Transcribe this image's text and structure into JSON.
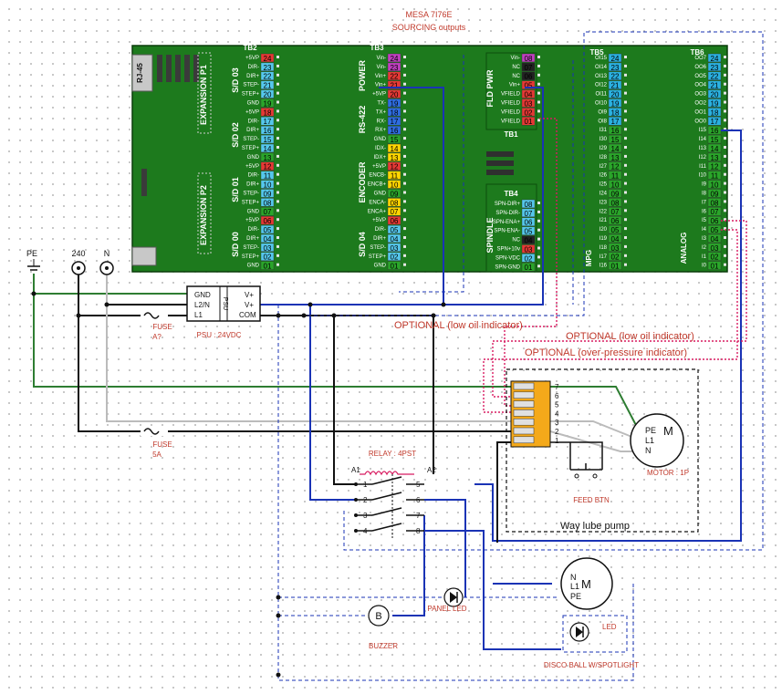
{
  "board": {
    "title": "MESA 7I76E",
    "subtitle": "SOURCING outputs",
    "rj45": "RJ-45",
    "expansion_p1": "EXPANSION P1",
    "expansion_p2": "EXPANSION P2",
    "mpg": "MPG",
    "analog": "ANALOG",
    "tb1": "TB1",
    "tb4": "TB4"
  },
  "tb2": {
    "label": "TB2",
    "groups": [
      "S/D 03",
      "S/D 02",
      "S/D 01",
      "S/D 00"
    ],
    "pins": [
      {
        "name": "+5VP",
        "num": "24"
      },
      {
        "name": "DIR-",
        "num": "23"
      },
      {
        "name": "DIR+",
        "num": "22"
      },
      {
        "name": "STEP-",
        "num": "21"
      },
      {
        "name": "STEP+",
        "num": "20"
      },
      {
        "name": "GND",
        "num": "19"
      },
      {
        "name": "+5VP",
        "num": "18"
      },
      {
        "name": "DIR-",
        "num": "17"
      },
      {
        "name": "DIR+",
        "num": "16"
      },
      {
        "name": "STEP-",
        "num": "15"
      },
      {
        "name": "STEP+",
        "num": "14"
      },
      {
        "name": "GND",
        "num": "13"
      },
      {
        "name": "+5VP",
        "num": "12"
      },
      {
        "name": "DIR-",
        "num": "11"
      },
      {
        "name": "DIR+",
        "num": "10"
      },
      {
        "name": "STEP-",
        "num": "09"
      },
      {
        "name": "STEP+",
        "num": "08"
      },
      {
        "name": "GND",
        "num": "07"
      },
      {
        "name": "+5VP",
        "num": "06"
      },
      {
        "name": "DIR-",
        "num": "05"
      },
      {
        "name": "DIR+",
        "num": "04"
      },
      {
        "name": "STEP-",
        "num": "03"
      },
      {
        "name": "STEP+",
        "num": "02"
      },
      {
        "name": "GND",
        "num": "01"
      }
    ]
  },
  "tb3": {
    "label": "TB3",
    "groups": [
      "POWER",
      "RS-422",
      "ENCODER",
      "S/D 04"
    ],
    "pins": [
      {
        "name": "Vin-",
        "num": "24"
      },
      {
        "name": "Vin-",
        "num": "23"
      },
      {
        "name": "Vin+",
        "num": "22"
      },
      {
        "name": "Vin+",
        "num": "21"
      },
      {
        "name": "+5VP",
        "num": "20"
      },
      {
        "name": "TX-",
        "num": "19"
      },
      {
        "name": "TX+",
        "num": "18"
      },
      {
        "name": "RX-",
        "num": "17"
      },
      {
        "name": "RX+",
        "num": "16"
      },
      {
        "name": "GND",
        "num": "15"
      },
      {
        "name": "IDX-",
        "num": "14"
      },
      {
        "name": "IDX+",
        "num": "13"
      },
      {
        "name": "+5VP",
        "num": "12"
      },
      {
        "name": "ENCB-",
        "num": "11"
      },
      {
        "name": "ENCB+",
        "num": "10"
      },
      {
        "name": "GND",
        "num": "09"
      },
      {
        "name": "ENCA-",
        "num": "08"
      },
      {
        "name": "ENCA+",
        "num": "07"
      },
      {
        "name": "+5VP",
        "num": "06"
      },
      {
        "name": "DIR-",
        "num": "05"
      },
      {
        "name": "DIR+",
        "num": "04"
      },
      {
        "name": "STEP-",
        "num": "03"
      },
      {
        "name": "STEP+",
        "num": "02"
      },
      {
        "name": "GND",
        "num": "01"
      }
    ]
  },
  "tb1": {
    "group": "FLD PWR",
    "pins": [
      {
        "name": "Vin-",
        "num": "08"
      },
      {
        "name": "NC",
        "num": "07"
      },
      {
        "name": "NC",
        "num": "06"
      },
      {
        "name": "Vin+",
        "num": "05"
      },
      {
        "name": "VFIELD",
        "num": "04"
      },
      {
        "name": "VFIELD",
        "num": "03"
      },
      {
        "name": "VFIELD",
        "num": "02"
      },
      {
        "name": "VFIELD",
        "num": "01"
      }
    ]
  },
  "tb4": {
    "group": "SPINDLE",
    "pins": [
      {
        "name": "SPN-DIR+",
        "num": "08"
      },
      {
        "name": "SPN-DIR-",
        "num": "07"
      },
      {
        "name": "SPN-ENA+",
        "num": "06"
      },
      {
        "name": "SPN-ENA-",
        "num": "05"
      },
      {
        "name": "NC",
        "num": "04"
      },
      {
        "name": "SPN+10v",
        "num": "03"
      },
      {
        "name": "SPN-VDC",
        "num": "02"
      },
      {
        "name": "SPN-GND",
        "num": "01"
      }
    ]
  },
  "tb5": {
    "label": "TB5",
    "pins": [
      {
        "name": "OI15",
        "num": "24"
      },
      {
        "name": "OI14",
        "num": "23"
      },
      {
        "name": "OI13",
        "num": "22"
      },
      {
        "name": "OI12",
        "num": "21"
      },
      {
        "name": "OI11",
        "num": "20"
      },
      {
        "name": "OI10",
        "num": "19"
      },
      {
        "name": "OI9",
        "num": "18"
      },
      {
        "name": "OI8",
        "num": "17"
      },
      {
        "name": "I31",
        "num": "16"
      },
      {
        "name": "I30",
        "num": "15"
      },
      {
        "name": "I29",
        "num": "14"
      },
      {
        "name": "I28",
        "num": "13"
      },
      {
        "name": "I27",
        "num": "12"
      },
      {
        "name": "I26",
        "num": "11"
      },
      {
        "name": "I25",
        "num": "10"
      },
      {
        "name": "I24",
        "num": "09"
      },
      {
        "name": "I23",
        "num": "08"
      },
      {
        "name": "I22",
        "num": "07"
      },
      {
        "name": "I21",
        "num": "06"
      },
      {
        "name": "I20",
        "num": "05"
      },
      {
        "name": "I19",
        "num": "04"
      },
      {
        "name": "I18",
        "num": "03"
      },
      {
        "name": "I17",
        "num": "02"
      },
      {
        "name": "I16",
        "num": "01"
      }
    ]
  },
  "tb6": {
    "label": "TB6",
    "pins": [
      {
        "name": "OO7",
        "num": "24"
      },
      {
        "name": "OO6",
        "num": "23"
      },
      {
        "name": "OO5",
        "num": "22"
      },
      {
        "name": "OO4",
        "num": "21"
      },
      {
        "name": "OO3",
        "num": "20"
      },
      {
        "name": "OO2",
        "num": "19"
      },
      {
        "name": "OO1",
        "num": "18"
      },
      {
        "name": "OO0",
        "num": "17"
      },
      {
        "name": "I15",
        "num": "16"
      },
      {
        "name": "I14",
        "num": "15"
      },
      {
        "name": "I13",
        "num": "14"
      },
      {
        "name": "I12",
        "num": "13"
      },
      {
        "name": "I11",
        "num": "12"
      },
      {
        "name": "I10",
        "num": "11"
      },
      {
        "name": "I9",
        "num": "10"
      },
      {
        "name": "I8",
        "num": "09"
      },
      {
        "name": "I7",
        "num": "08"
      },
      {
        "name": "I6",
        "num": "07"
      },
      {
        "name": "I5",
        "num": "06"
      },
      {
        "name": "I4",
        "num": "05"
      },
      {
        "name": "I3",
        "num": "04"
      },
      {
        "name": "I2",
        "num": "03"
      },
      {
        "name": "I1",
        "num": "02"
      },
      {
        "name": "I0",
        "num": "01"
      }
    ]
  },
  "power": {
    "pe": "PE",
    "v240": "240",
    "n": "N"
  },
  "psu": {
    "name": "PSU",
    "gnd": "GND",
    "l2n": "L2/N",
    "l1": "L1",
    "vplus1": "V+",
    "vplus2": "V+",
    "com": "COM",
    "caption": "PSU : 24VDC"
  },
  "fuses": {
    "fuse1_label": "FUSE",
    "fuse1_value": "A?",
    "fuse2_label": "FUSE",
    "fuse2_value": "5A"
  },
  "optional_labels": {
    "opt1": "OPTIONAL (low oil indicator)",
    "opt2": "OPTIONAL (low oil indicator)",
    "opt3": "OPTIONAL (over-pressure indicator)"
  },
  "lube": {
    "terminals": [
      "7",
      "6",
      "5",
      "4",
      "3",
      "2",
      "1"
    ],
    "caption": "Way lube pump",
    "motor_m": "M",
    "motor_pe": "PE",
    "motor_l1": "L1",
    "motor_n": "N",
    "motor_caption": "MOTOR : 1P",
    "feed_btn": "FEED BTN"
  },
  "relay": {
    "caption": "RELAY : 4PST",
    "a1": "A1",
    "a2": "A2",
    "contacts_left": [
      "1",
      "2",
      "3",
      "4"
    ],
    "contacts_right": [
      "5",
      "6",
      "7",
      "8"
    ]
  },
  "devices": {
    "panel_led": "PANEL LED",
    "buzzer_symbol": "B",
    "buzzer": "BUZZER",
    "disco_n": "N",
    "disco_l1": "L1",
    "disco_m": "M",
    "disco_pe": "PE",
    "led": "LED",
    "disco_caption": "DISCO BALL W/SPOTLIGHT"
  }
}
